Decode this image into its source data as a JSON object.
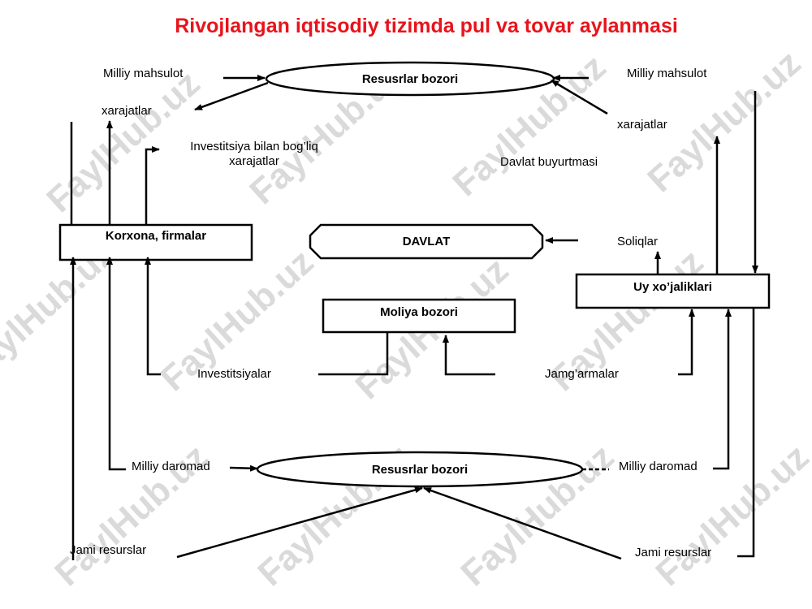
{
  "title": "Rivojlangan iqtisodiy tizimda pul va tovar aylanmasi",
  "nodes": {
    "top_market": "Resusrlar bozori",
    "bottom_market": "Resusrlar bozori",
    "firms": "Korxona, firmalar",
    "government": "DAVLAT",
    "financial_market": "Moliya bozori",
    "households": "Uy xo’jaliklari"
  },
  "labels": {
    "top_left_product": "Milliy mahsulot",
    "top_left_expenses": "xarajatlar",
    "investment_related": "Investitsiya bilan bog’liq\nxarajatlar",
    "top_right_product": "Milliy mahsulot",
    "top_right_expenses": "xarajatlar",
    "gov_procurement": "Davlat buyurtmasi",
    "taxes": "Soliqlar",
    "investments": "Investitsiyalar",
    "savings": "Jamg’armalar",
    "left_income": "Milliy daromad",
    "right_income": "Milliy daromad",
    "left_resources": "Jami resurslar",
    "right_resources": "Jami resurslar"
  },
  "watermark": "FaylHub.uz",
  "colors": {
    "title": "#e8141b",
    "line": "#000000",
    "watermark": "#d4d4d4"
  }
}
